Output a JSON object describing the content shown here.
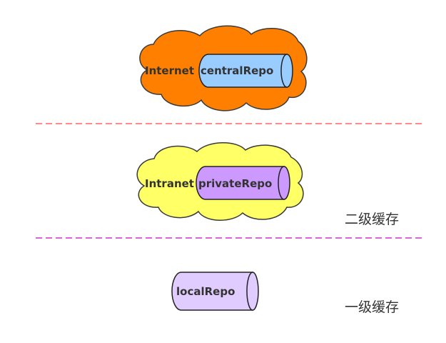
{
  "diagram": {
    "internet": {
      "zone_label": "Internet",
      "repo_label": "centralRepo",
      "cloud_color": "#ff8000",
      "repo_color": "#99ccff"
    },
    "intranet": {
      "zone_label": "Intranet",
      "repo_label": "privateRepo",
      "cloud_color": "#ffff66",
      "repo_color": "#cc99ff"
    },
    "local": {
      "repo_label": "localRepo",
      "repo_color": "#e0ccff"
    },
    "levels": {
      "level2_label": "二级缓存",
      "level1_label": "一级缓存"
    },
    "separator_colors": {
      "upper": "#ff6666",
      "lower": "#cc33cc"
    }
  }
}
